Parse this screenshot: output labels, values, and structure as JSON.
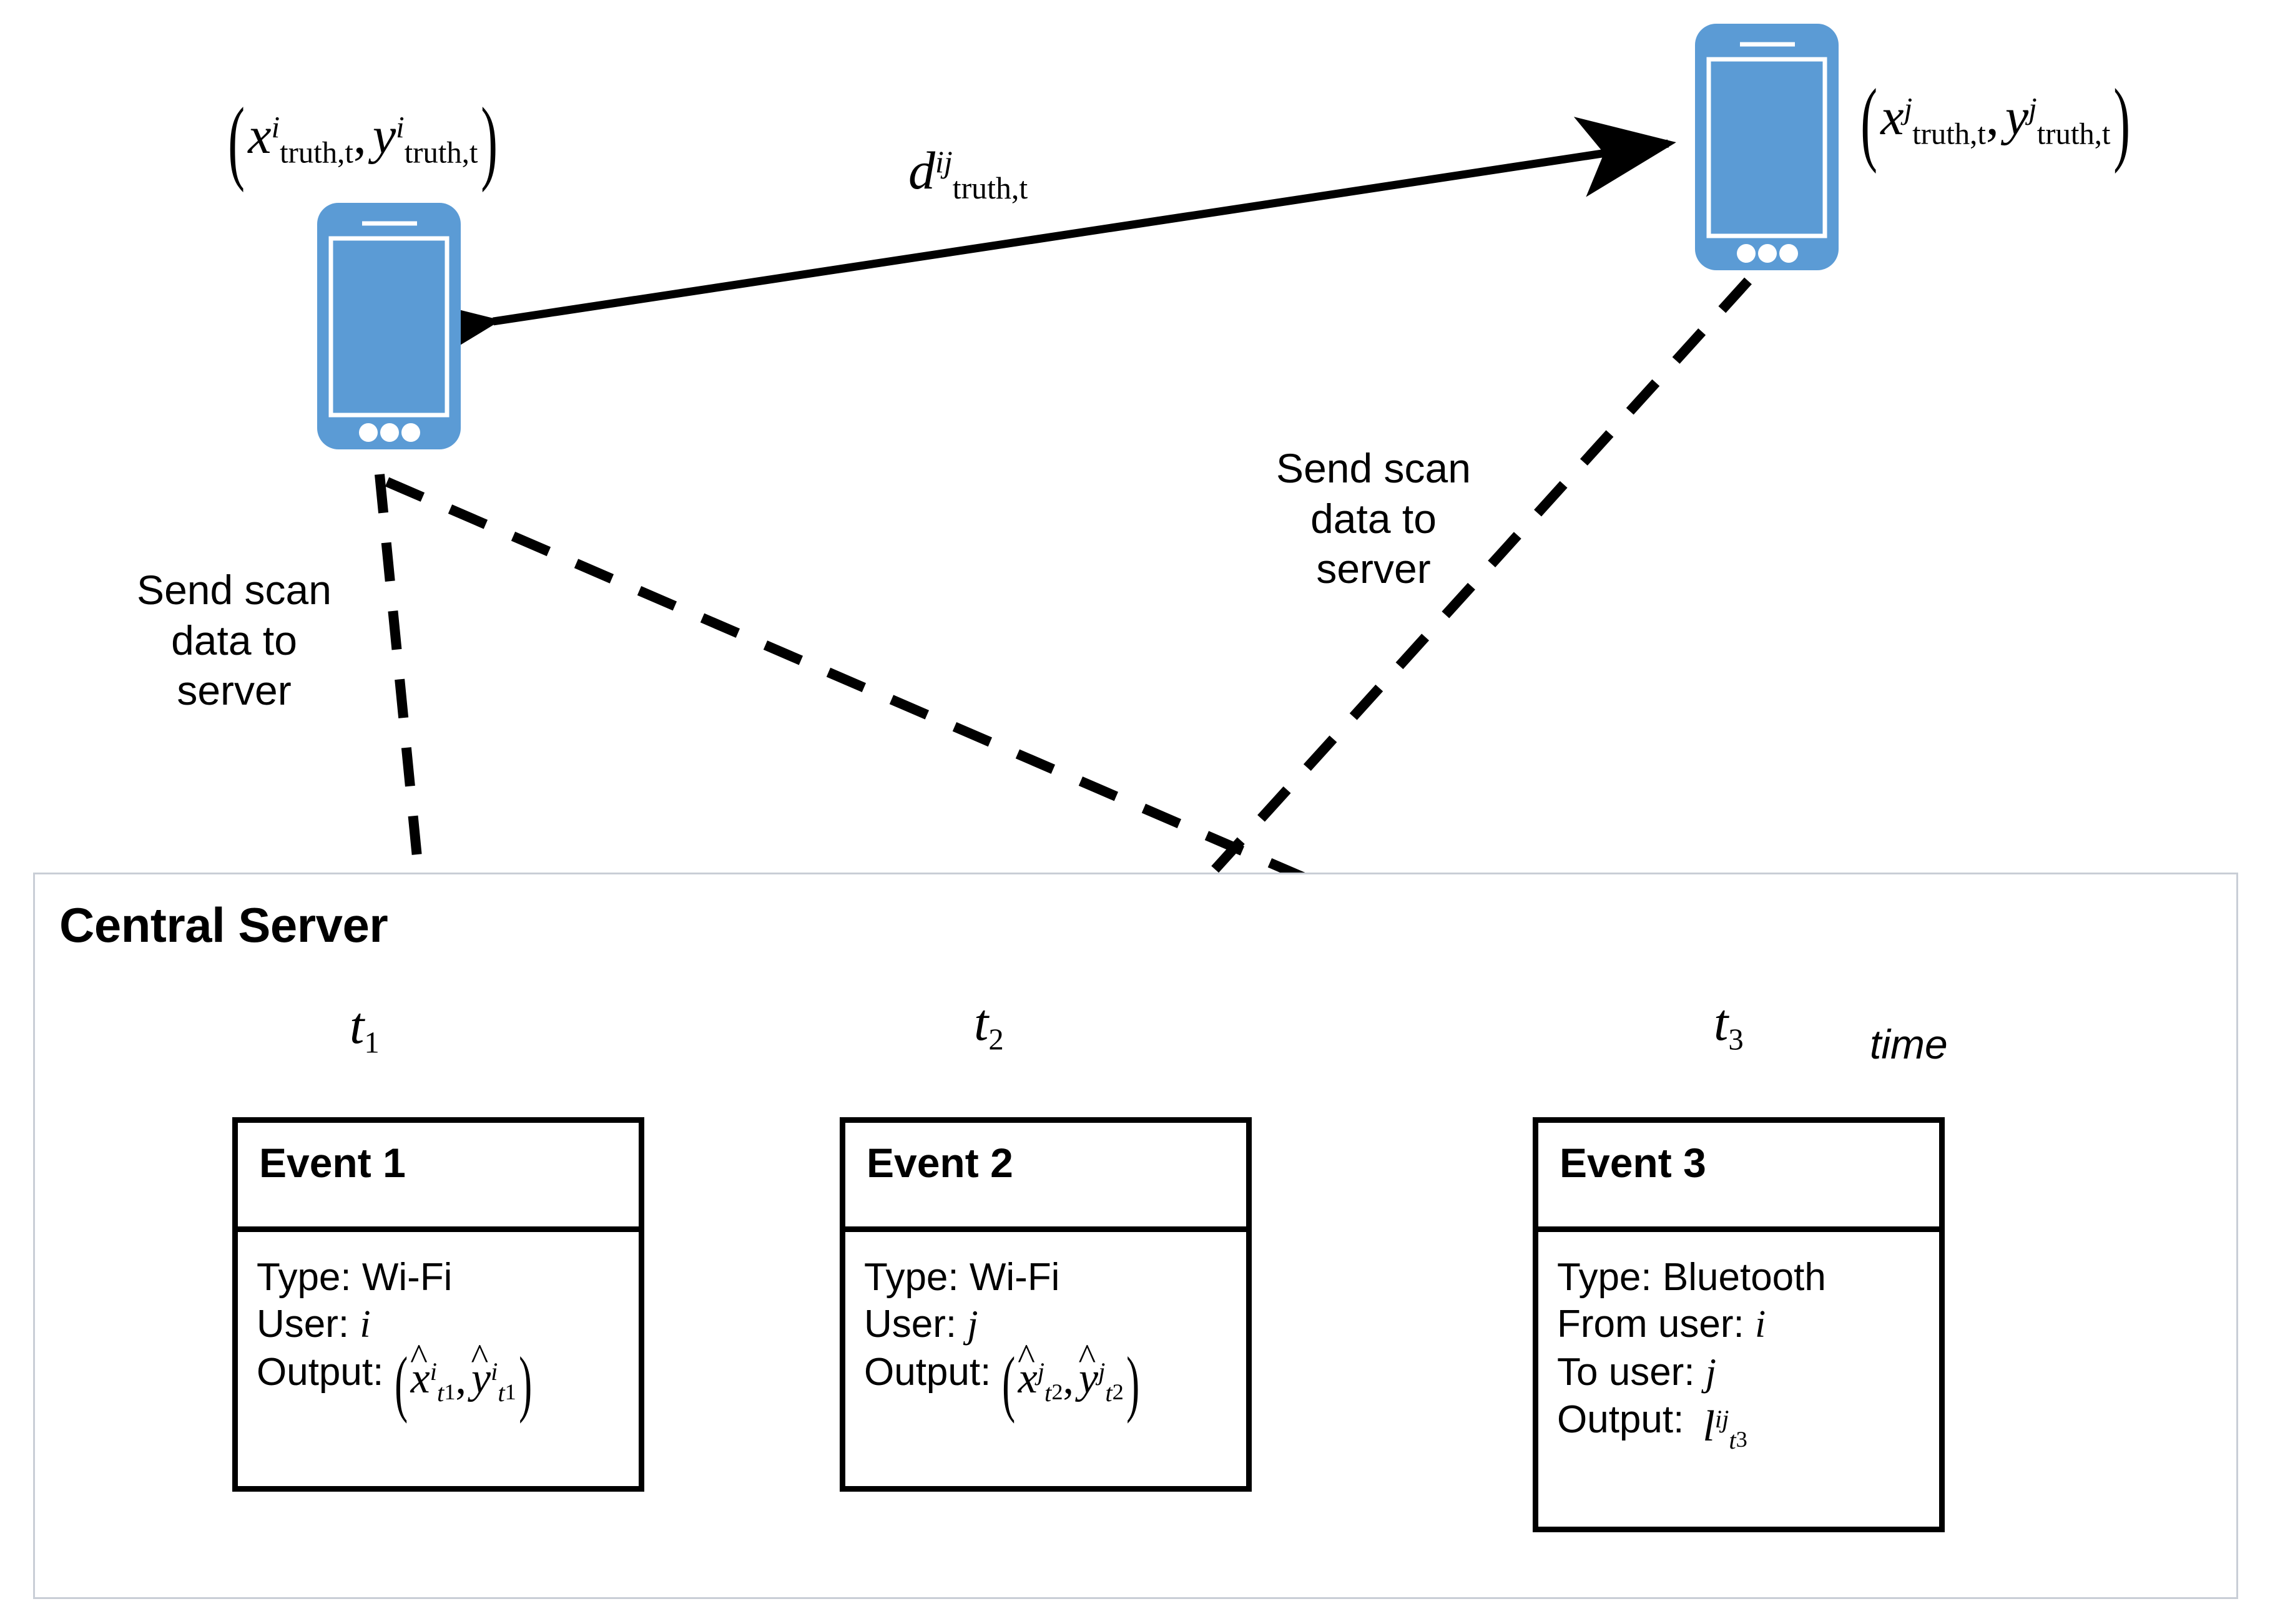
{
  "diagram": {
    "title_central_server": "Central Server",
    "time_axis_label": "time",
    "distance_label": {
      "symbol": "d",
      "superscript": "ij",
      "subscript": "truth,t"
    },
    "phones": [
      {
        "id": "phone-user-i",
        "icon": "smartphone-icon",
        "color": "#5B9BD5",
        "coord_label": {
          "open": "(",
          "x_symbol": "x",
          "x_sup": "i",
          "x_sub": "truth,t",
          "comma": ",",
          "y_symbol": "y",
          "y_sup": "i",
          "y_sub": "truth,t",
          "close": ")"
        },
        "send_text": "Send scan\ndata to\nserver"
      },
      {
        "id": "phone-user-j",
        "icon": "smartphone-icon",
        "color": "#5B9BD5",
        "coord_label": {
          "open": "(",
          "x_symbol": "x",
          "x_sup": "j",
          "x_sub": "truth,t",
          "comma": ",",
          "y_symbol": "y",
          "y_sup": "j",
          "y_sub": "truth,t",
          "close": ")"
        },
        "send_text": "Send scan\ndata to\nserver"
      }
    ],
    "send_label_left_line1": "Send scan",
    "send_label_left_line2": "data to",
    "send_label_left_line3": "server",
    "send_label_right_line1": "Send scan",
    "send_label_right_line2": "data to",
    "send_label_right_line3": "server",
    "timeline": {
      "ticks": [
        {
          "name": "t1",
          "symbol": "t",
          "subscript": "1"
        },
        {
          "name": "t2",
          "symbol": "t",
          "subscript": "2"
        },
        {
          "name": "t3",
          "symbol": "t",
          "subscript": "3"
        }
      ]
    },
    "events": [
      {
        "header": "Event 1",
        "lines": [
          {
            "label": "Type: ",
            "value": "Wi-Fi",
            "italic_value": false
          },
          {
            "label": "User: ",
            "value": "i",
            "italic_value": true
          },
          {
            "label": "Output:",
            "value": "math",
            "math": "(x̂^i_{t1}, ŷ^i_{t1})"
          }
        ],
        "output_math": {
          "open": "(",
          "x_symbol": "x",
          "x_hat": "^",
          "x_sup": "i",
          "x_sub": "t",
          "x_subsub": "1",
          "comma": ",",
          "y_symbol": "y",
          "y_hat": "^",
          "y_sup": "i",
          "y_sub": "t",
          "y_subsub": "1",
          "close": ")"
        }
      },
      {
        "header": "Event 2",
        "lines": [
          {
            "label": "Type: ",
            "value": "Wi-Fi",
            "italic_value": false
          },
          {
            "label": "User: ",
            "value": "j",
            "italic_value": true
          },
          {
            "label": "Output:",
            "value": "math",
            "math": "(x̂^j_{t2}, ŷ^j_{t2})"
          }
        ],
        "output_math": {
          "open": "(",
          "x_symbol": "x",
          "x_hat": "^",
          "x_sup": "j",
          "x_sub": "t",
          "x_subsub": "2",
          "comma": ",",
          "y_symbol": "y",
          "y_hat": "^",
          "y_sup": "j",
          "y_sub": "t",
          "y_subsub": "2",
          "close": ")"
        }
      },
      {
        "header": "Event 3",
        "lines": [
          {
            "label": "Type: ",
            "value": "Bluetooth",
            "italic_value": false
          },
          {
            "label": "From user: ",
            "value": "i",
            "italic_value": true
          },
          {
            "label": "To user: ",
            "value": "j",
            "italic_value": true
          },
          {
            "label": "Output:",
            "value": "math",
            "math": "l^{ij}_{t3}"
          }
        ],
        "output_math": {
          "symbol": "l",
          "sup": "ij",
          "sub": "t",
          "subsub": "3"
        }
      }
    ],
    "event1": {
      "header": "Event 1",
      "line1_label": "Type: ",
      "line1_value": "Wi-Fi",
      "line2_label": "User: ",
      "line2_value": "i",
      "line3_label": "Output:"
    },
    "event2": {
      "header": "Event 2",
      "line1_label": "Type: ",
      "line1_value": "Wi-Fi",
      "line2_label": "User: ",
      "line2_value": "j",
      "line3_label": "Output:"
    },
    "event3": {
      "header": "Event 3",
      "line1_label": "Type: ",
      "line1_value": "Bluetooth",
      "line2_label": "From user: ",
      "line2_value": "i",
      "line3_label": "To user: ",
      "line3_value": "j",
      "line4_label": "Output:"
    },
    "symbols": {
      "truth_sub": "truth,t",
      "i": "i",
      "j": "j",
      "ij": "ij",
      "x": "x",
      "y": "y",
      "d": "d",
      "l": "l",
      "t": "t",
      "one": "1",
      "two": "2",
      "three": "3",
      "comma": ",",
      "hat": "^",
      "open_paren": "(",
      "close_paren": ")"
    }
  }
}
